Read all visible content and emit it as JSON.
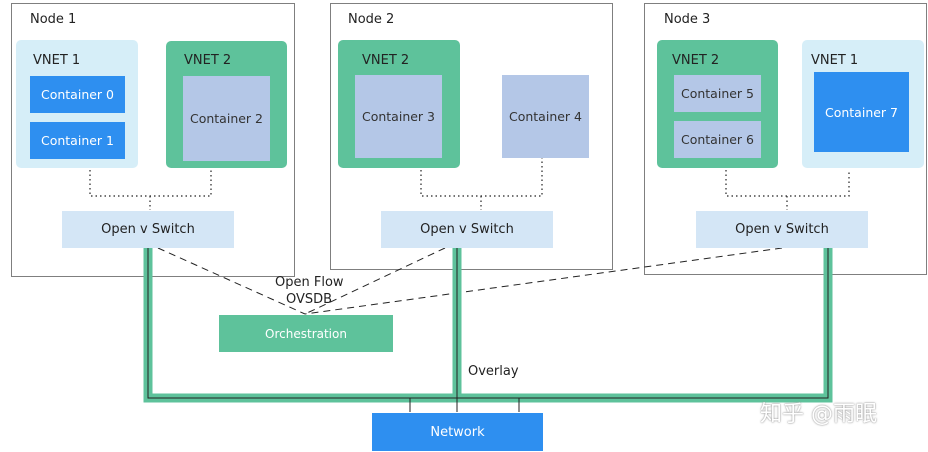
{
  "nodes": [
    {
      "title": "Node 1"
    },
    {
      "title": "Node 2"
    },
    {
      "title": "Node 3"
    }
  ],
  "vnets": {
    "n1_vnet1": "VNET 1",
    "n1_vnet2": "VNET 2",
    "n2_vnet2": "VNET 2",
    "n3_vnet2": "VNET 2",
    "n3_vnet1": "VNET 1"
  },
  "containers": {
    "c0": "Container 0",
    "c1": "Container 1",
    "c2": "Container 2",
    "c3": "Container 3",
    "c4": "Container 4",
    "c5": "Container 5",
    "c6": "Container 6",
    "c7": "Container 7"
  },
  "switch_label": "Open v Switch",
  "orchestration": "Orchestration",
  "network": "Network",
  "labels": {
    "openflow": "Open Flow",
    "ovsdb": "OVSDB",
    "overlay": "Overlay"
  },
  "watermark": "知乎 @雨眠",
  "colors": {
    "green": "#5ec29b",
    "blue": "#2e8ff0",
    "light_blue": "#d6eef8",
    "grey_blue": "#b4c7e7",
    "switch": "#d4e6f6"
  }
}
